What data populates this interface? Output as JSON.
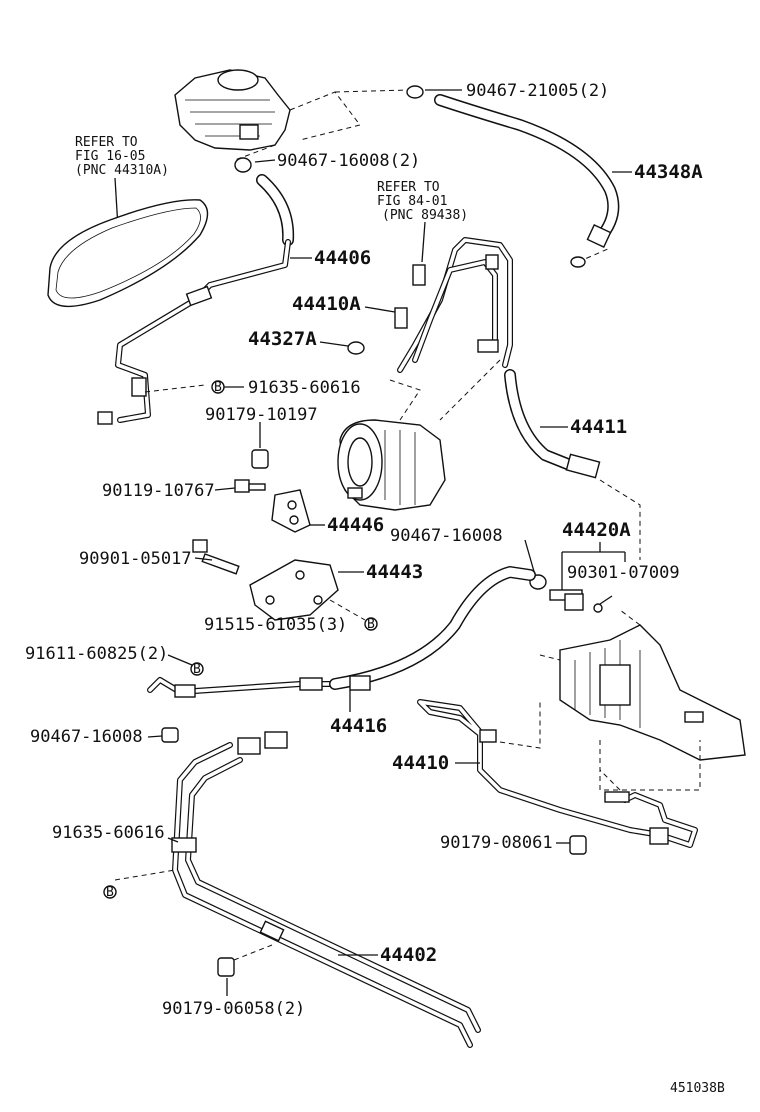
{
  "diagram": {
    "figure_code": "451038B",
    "references": [
      {
        "line1": "REFER TO",
        "line2": "FIG 16-05",
        "line3": "(PNC 44310A)"
      },
      {
        "line1": "REFER TO",
        "line2": "FIG 84-01",
        "line3": "(PNC 89438)"
      }
    ],
    "callouts": [
      "90467-21005(2)",
      "44348A",
      "90467-16008(2)",
      "44406",
      "44410A",
      "44327A",
      "91635-60616",
      "90179-10197",
      "44411",
      "90119-10767",
      "44446",
      "90467-16008",
      "44420A",
      "90901-05017",
      "44443",
      "90301-07009",
      "91515-61035(3)",
      "91611-60825(2)",
      "44416",
      "90467-16008",
      "44410",
      "91635-60616",
      "90179-08061",
      "44402",
      "90179-06058(2)"
    ],
    "bolt_marker": "B"
  }
}
